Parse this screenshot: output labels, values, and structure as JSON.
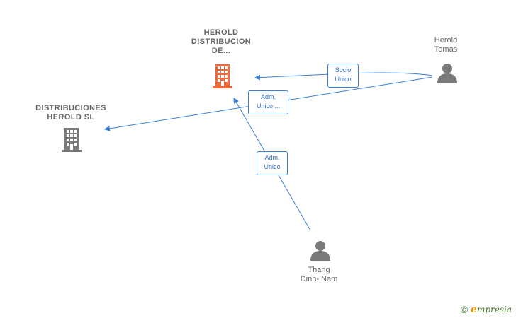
{
  "nodes": {
    "herold_distribucion": {
      "label": "HEROLD\nDISTRIBUCION\nDE...",
      "color": "#f26a3c",
      "icon": "building-icon"
    },
    "distribuciones_herold": {
      "label": "DISTRIBUCIONES\nHEROLD  SL",
      "color": "#7a7a7a",
      "icon": "building-icon"
    },
    "herold_tomas": {
      "label": "Herold\nTomas",
      "color": "#7a7a7a",
      "icon": "person-icon"
    },
    "thang_dinh_nam": {
      "label": "Thang\nDinh- Nam",
      "color": "#7a7a7a",
      "icon": "person-icon"
    }
  },
  "edges": [
    {
      "label": "Socio\nÚnico",
      "from": "Herold Tomas",
      "to": "HEROLD DISTRIBUCION DE..."
    },
    {
      "label": "Adm.\nUnico,...",
      "from": "Herold Tomas",
      "to": "DISTRIBUCIONES HEROLD  SL"
    },
    {
      "label": "Adm.\nUnico",
      "from": "Thang Dinh- Nam",
      "to": "HEROLD DISTRIBUCION DE..."
    }
  ],
  "colors": {
    "edge": "#3b7fd6"
  },
  "footer": {
    "copyright": "©",
    "brand_initial": "e",
    "brand_rest": "mpresia"
  }
}
